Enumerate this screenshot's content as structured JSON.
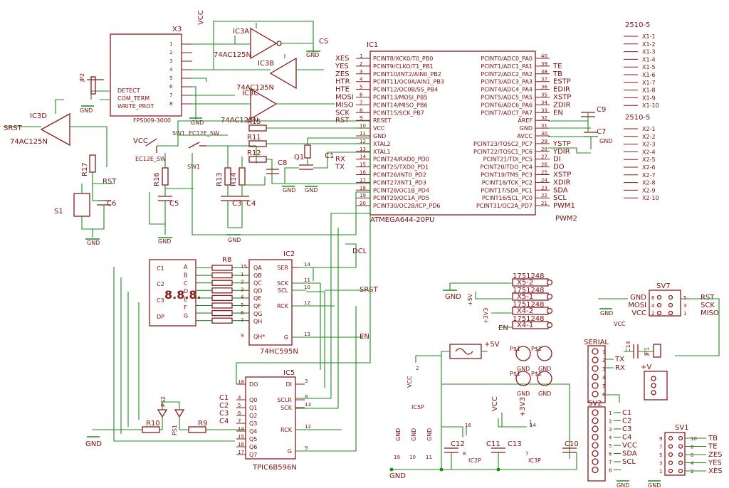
{
  "labels": {
    "x3": "X3",
    "x3_part": "FPS009-3000",
    "x3_pins": [
      "1",
      "2",
      "3",
      "4",
      "5",
      "6",
      "7",
      "8"
    ],
    "x3_sig": [
      "DETECT",
      "COM_TERM",
      "WRITE_PROT"
    ],
    "jp2": "JP2",
    "ic3a": "IC3A",
    "ic3b": "IC3B",
    "ic3c": "IC3C",
    "ic3d": "IC3D",
    "buf_part": "74AC125N",
    "vcc": "VCC",
    "gnd": "GND",
    "cs": "CS",
    "srst": "SRST",
    "rst": "RST",
    "ic1": "IC1",
    "ic1_part": "ATMEGA644-20PU",
    "ic1_left_pins": [
      "1",
      "2",
      "3",
      "4",
      "5",
      "6",
      "7",
      "8",
      "9",
      "10",
      "11",
      "12",
      "13",
      "14",
      "15",
      "16",
      "17",
      "18",
      "19",
      "20"
    ],
    "ic1_left_sig": [
      "PCINT8/XCK0/T0_PB0",
      "PCINT9/CLKO/T1_PB1",
      "PCINT10/INT2/AIN0_PB2",
      "PCINT11/OC0A/AIN1_PB3",
      "PCINT12/OC0B/SS_PB4",
      "PCINT13/MOSI_PB5",
      "PCINT14/MISO_PB6",
      "PCINT15/SCK_PB7",
      "RESET",
      "VCC",
      "GND",
      "XTAL2",
      "XTAL1",
      "PCINT24/RXD0_PD0",
      "PCINT25/TXD0_PD1",
      "PCINT26/INT0_PD2",
      "PCINT27/INT1_PD3",
      "PCINT28/OC1B_PD4",
      "PCINT29/OC1A_PD5",
      "PCINT30/OC2B/ICP_PD6"
    ],
    "ic1_left_net": [
      "XES",
      "YES",
      "ZES",
      "HTR",
      "HTE",
      "MOSI",
      "MISO",
      "SCK",
      "RST",
      "",
      "",
      "",
      "",
      "RX",
      "TX",
      "",
      "",
      "",
      "",
      ""
    ],
    "ic1_right_pins": [
      "40",
      "39",
      "38",
      "37",
      "36",
      "35",
      "34",
      "33",
      "32",
      "31",
      "30",
      "29",
      "28",
      "27",
      "26",
      "25",
      "24",
      "23",
      "22",
      "21"
    ],
    "ic1_right_sig": [
      "PCINT0/ADC0_PA0",
      "PCINT1/ADC1_PA1",
      "PCINT2/ADC2_PA2",
      "PCINT3/ADC3_PA3",
      "PCINT4/ADC4_PA4",
      "PCINT5/ADC5_PA5",
      "PCINT6/ADC6_PA6",
      "PCINT7/ADC7_PA7",
      "AREF",
      "GND",
      "AVCC",
      "PCINT23/TOSC2_PC7",
      "PCINT22/TOSC1_PC6",
      "PCINT21/TDI_PC5",
      "PCINT20/TDO_PC4",
      "PCINT19/TMS_PC3",
      "PCINT18/TCK_PC2",
      "PCINT17/SDA_PC1",
      "PCINT16/SCL_PC0",
      "PCINT31/OC2A_PD7"
    ],
    "ic1_right_net": [
      "",
      "TE",
      "TB",
      "ESTP",
      "EDIR",
      "XSTP",
      "ZDIR",
      "EN",
      "",
      "",
      "",
      "YSTP",
      "YDIR",
      "DI",
      "DO",
      "XSTP",
      "XDIR",
      "SDA",
      "SCL",
      "PWM1"
    ],
    "pwm2": "PWM2",
    "x1_part": "2510-5",
    "x1_pins": [
      "X1-1",
      "X1-2",
      "X1-3",
      "X1-4",
      "X1-5",
      "X1-6",
      "X1-7",
      "X1-8",
      "X1-9",
      "X1-10"
    ],
    "x2_part": "2510-5",
    "x2_pins": [
      "X2-1",
      "X2-2",
      "X2-3",
      "X2-4",
      "X2-5",
      "X2-6",
      "X2-7",
      "X2-8",
      "X2-9",
      "X2-10"
    ],
    "c9": "C9",
    "c7": "C7",
    "sw1_top": "SW1",
    "ec12e": "EC12E_SW",
    "sw1_mid": "EC12E_SW",
    "sw1_bot": "SW1",
    "ec12e_sw2": "EC12E_SW",
    "r15": "R15",
    "r11": "R11",
    "r12": "R12",
    "r16": "R16",
    "r13": "R13",
    "r14": "R14",
    "r17": "R17",
    "q1": "Q1",
    "c1": "C1",
    "c8": "C8",
    "c5": "C5",
    "c3": "C3",
    "c4": "C4",
    "c6": "C6",
    "s1": "S1",
    "ic2": "IC2",
    "ic2_part": "74HC595N",
    "ic2_left": [
      "QA",
      "QB",
      "QC",
      "QD",
      "QE",
      "QF",
      "QG",
      "QH",
      "QH*"
    ],
    "ic2_left_pins": [
      "15",
      "1",
      "2",
      "3",
      "4",
      "5",
      "6",
      "7",
      "9"
    ],
    "ic2_right": [
      "SER",
      "SCK",
      "SCL",
      "RCK",
      "G"
    ],
    "ic2_right_pins": [
      "14",
      "11",
      "10",
      "12",
      "13"
    ],
    "dcl": "DCL",
    "srst_net": "SRST",
    "en": "EN",
    "disp_left": [
      "C1",
      "C2",
      "C3",
      "DP"
    ],
    "disp_right": [
      "A",
      "B",
      "C",
      "D",
      "E",
      "F",
      "G"
    ],
    "disp_glyph": "8.8.8.",
    "r8": "R8",
    "ic5": "IC5",
    "ic5_part": "TPIC6B596N",
    "ic5_left": [
      "DO",
      "Q0",
      "Q1",
      "Q2",
      "Q3",
      "Q4",
      "Q5",
      "Q6",
      "Q7"
    ],
    "ic5_left_pins": [
      "18",
      "4",
      "5",
      "6",
      "7",
      "14",
      "15",
      "16",
      "17"
    ],
    "ic5_right": [
      "DI",
      "SCLR",
      "SCK",
      "RCK",
      "G"
    ],
    "ic5_right_pins": [
      "3",
      "8",
      "13",
      "12",
      "9"
    ],
    "c_nets": [
      "C1",
      "C2",
      "C3",
      "C4"
    ],
    "ps1": "PS1",
    "ps2": "PS2",
    "r10": "R10",
    "r9": "R9",
    "hdr": [
      {
        "part": "1751248",
        "pin": "X5-2",
        "net": "GND"
      },
      {
        "part": "1751248",
        "pin": "X5-1",
        "net": "+5V"
      },
      {
        "part": "1751248",
        "pin": "X4-2",
        "net": "+3V3"
      },
      {
        "part": "1751248",
        "pin": "X4-1",
        "net": "EN"
      }
    ],
    "plus5v": "+5V",
    "plus3v3": "+3V3",
    "plusv": "+V",
    "sv7": "SV7",
    "sv7_left": [
      "GND",
      "MOSI",
      "VCC"
    ],
    "sv7_right": [
      "RST",
      "SCK",
      "MISO"
    ],
    "sv7_lpins": [
      "6",
      "4",
      "2"
    ],
    "sv7_rpins": [
      "5",
      "3",
      "1"
    ],
    "serial": "SERIAL",
    "serial_nets": [
      "TX",
      "RX"
    ],
    "serial_pins": [
      "1",
      "2",
      "3",
      "4",
      "5",
      "6"
    ],
    "sv2": "SV2",
    "sv2_nets": [
      "C1",
      "C2",
      "C3",
      "C4",
      "VCC",
      "SDA",
      "SCL"
    ],
    "sv2_pins": [
      "1",
      "2",
      "3",
      "4",
      "5",
      "6",
      "7",
      "8"
    ],
    "sv1": "SV1",
    "sv1_nets": [
      "TB",
      "TE",
      "ZES",
      "YES",
      "XES"
    ],
    "sv1_l": [
      "9",
      "7",
      "5",
      "3",
      "1"
    ],
    "sv1_r": [
      "10",
      "8",
      "6",
      "4",
      "2"
    ],
    "c14": "C14",
    "jp1": "JP1",
    "ic5p": "IC5P",
    "ic2p": "IC2P",
    "ic3p": "IC3P",
    "c12": "C12",
    "c11": "C11",
    "c13": "C13",
    "c10": "C10",
    "sup_pins": [
      "19",
      "10",
      "11",
      "2",
      "8",
      "16",
      "7",
      "14"
    ],
    "p_lbl": [
      "P$1",
      "P$1",
      "P$1",
      "P$1"
    ]
  }
}
